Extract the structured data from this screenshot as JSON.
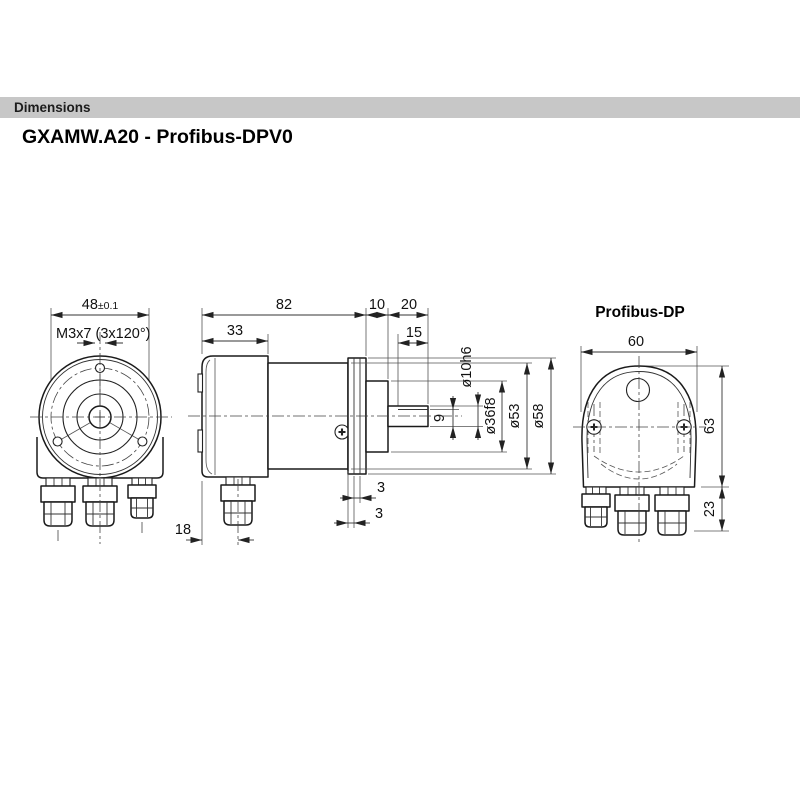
{
  "header": {
    "label": "Dimensions"
  },
  "page": {
    "title": "GXAMW.A20 - Profibus-DPV0"
  },
  "front_view": {
    "dim_width": "48",
    "dim_width_tol": "±0.1",
    "thread_label": "M3x7 (3x120°)"
  },
  "side_view": {
    "dim_total_length": "82",
    "dim_cap_length": "33",
    "dim_flange_length": "10",
    "dim_shaft_length": "20",
    "dim_shaft_usable": "15",
    "dim_shaft_dia": "ø10h6",
    "dim_shaft_flat": "9",
    "dim_spigot_dia": "ø36f8",
    "dim_body_dia": "ø53",
    "dim_flange_dia": "ø58",
    "dim_step_upper": "3",
    "dim_step_lower": "3",
    "dim_gland_offset": "18"
  },
  "rear_view": {
    "label": "Profibus-DP",
    "dim_width": "60",
    "dim_height": "63",
    "dim_gland_height": "23"
  }
}
